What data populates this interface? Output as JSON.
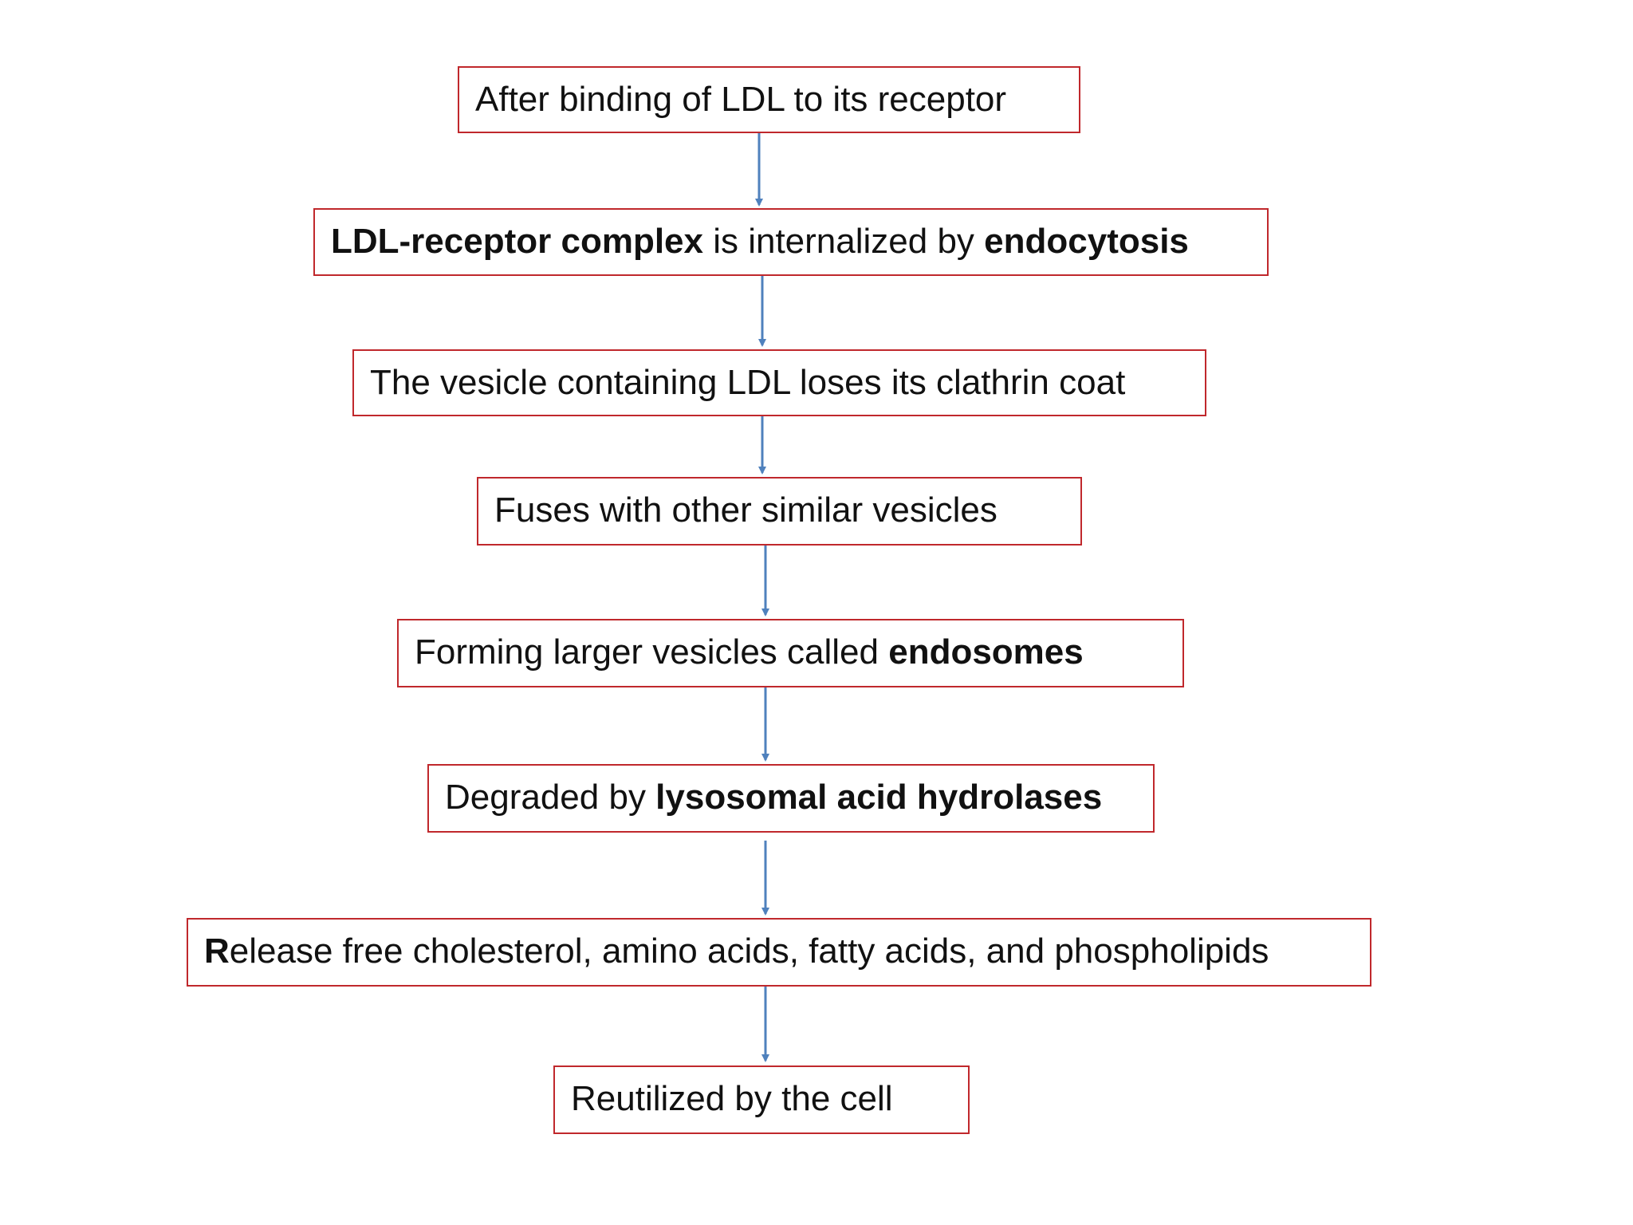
{
  "colors": {
    "box_border": "#c0282c",
    "arrow": "#4f81bd",
    "text": "#111111"
  },
  "steps": [
    {
      "segments": [
        {
          "text": "After binding of LDL to its receptor",
          "bold": false
        }
      ]
    },
    {
      "segments": [
        {
          "text": "LDL-receptor complex",
          "bold": true
        },
        {
          "text": " is internalized by ",
          "bold": false
        },
        {
          "text": "endocytosis",
          "bold": true
        }
      ]
    },
    {
      "segments": [
        {
          "text": "The vesicle containing LDL loses its clathrin coat",
          "bold": false
        }
      ]
    },
    {
      "segments": [
        {
          "text": "Fuses with other similar vesicles",
          "bold": false
        }
      ]
    },
    {
      "segments": [
        {
          "text": "Forming larger vesicles called ",
          "bold": false
        },
        {
          "text": "endosomes",
          "bold": true
        }
      ]
    },
    {
      "segments": [
        {
          "text": "Degraded by ",
          "bold": false
        },
        {
          "text": "lysosomal acid hydrolases",
          "bold": true
        }
      ]
    },
    {
      "segments": [
        {
          "text": "R",
          "bold": true
        },
        {
          "text": "elease free cholesterol, amino acids, fatty acids, and phospholipids",
          "bold": false
        }
      ]
    },
    {
      "segments": [
        {
          "text": "Reutilized by the cell",
          "bold": false
        }
      ]
    }
  ]
}
